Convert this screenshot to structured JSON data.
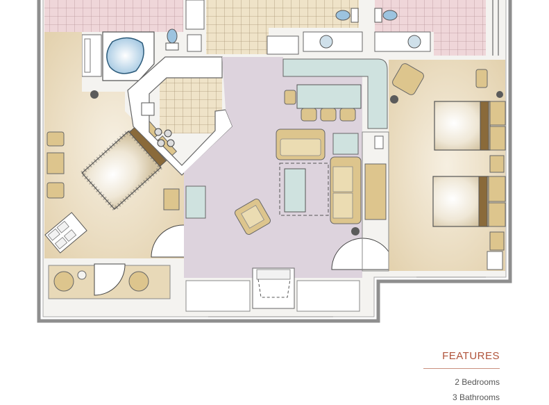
{
  "features": {
    "title": "FEATURES",
    "items": [
      "2 Bedrooms",
      "3 Bathrooms"
    ]
  },
  "colors": {
    "wall": "#8e8e8e",
    "wall_fill": "#f4f3f0",
    "bedroom_floor": "#ece0c7",
    "bath_tile": "#efd6d9",
    "living_floor": "#ddd3dd",
    "kitchen_tile": "#efe3c8",
    "counter": "#cfe2df",
    "furniture": "#ddc58d",
    "accent": "#b0533a"
  }
}
